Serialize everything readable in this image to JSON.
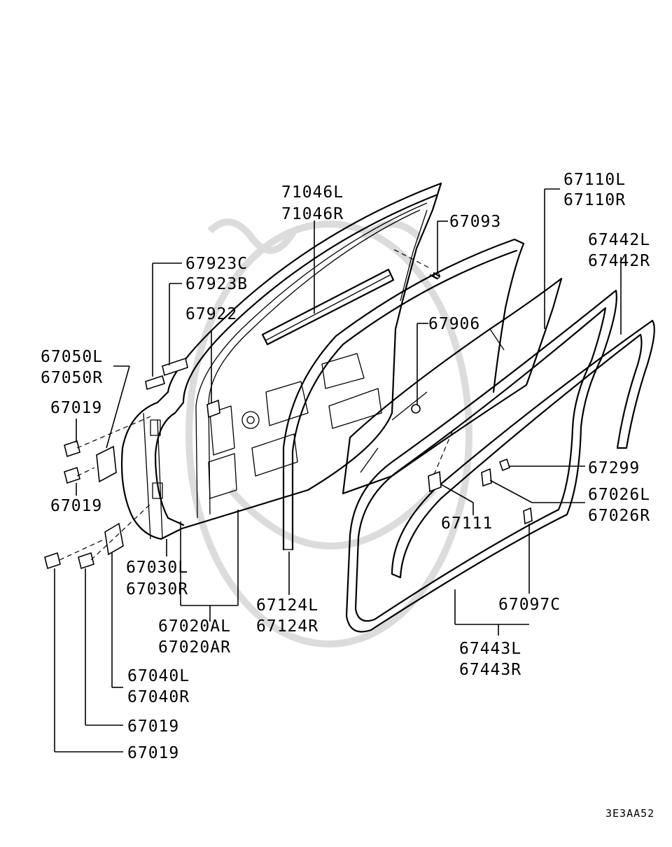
{
  "diagram_code": "3E3AA52",
  "labels": {
    "l_71046L": "71046L",
    "l_71046R": "71046R",
    "l_67093": "67093",
    "l_67110L": "67110L",
    "l_67110R": "67110R",
    "l_67442L": "67442L",
    "l_67442R": "67442R",
    "l_67923C": "67923C",
    "l_67923B": "67923B",
    "l_67922": "67922",
    "l_67906": "67906",
    "l_67050L": "67050L",
    "l_67050R": "67050R",
    "l_67019_a": "67019",
    "l_67019_b": "67019",
    "l_67299": "67299",
    "l_67026L": "67026L",
    "l_67026R": "67026R",
    "l_67111": "67111",
    "l_67030L": "67030L",
    "l_67030R": "67030R",
    "l_67124L": "67124L",
    "l_67124R": "67124R",
    "l_67097C": "67097C",
    "l_67020AL": "67020AL",
    "l_67020AR": "67020AR",
    "l_67443L": "67443L",
    "l_67443R": "67443R",
    "l_67040L": "67040L",
    "l_67040R": "67040R",
    "l_67019_c": "67019",
    "l_67019_d": "67019"
  }
}
